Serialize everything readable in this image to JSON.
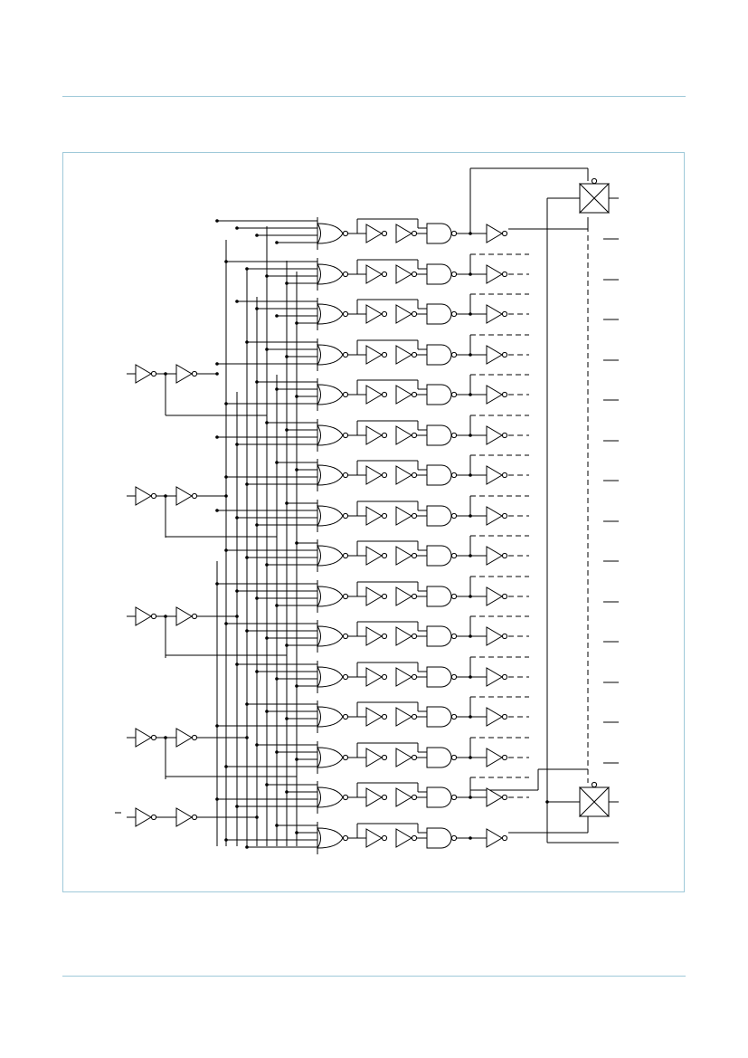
{
  "diagram": {
    "type": "logic-schematic",
    "description_visible_text": "",
    "stages": 16,
    "address_inputs": 5,
    "colors": {
      "rule": "#9fc9d9",
      "wire": "#000000"
    }
  }
}
